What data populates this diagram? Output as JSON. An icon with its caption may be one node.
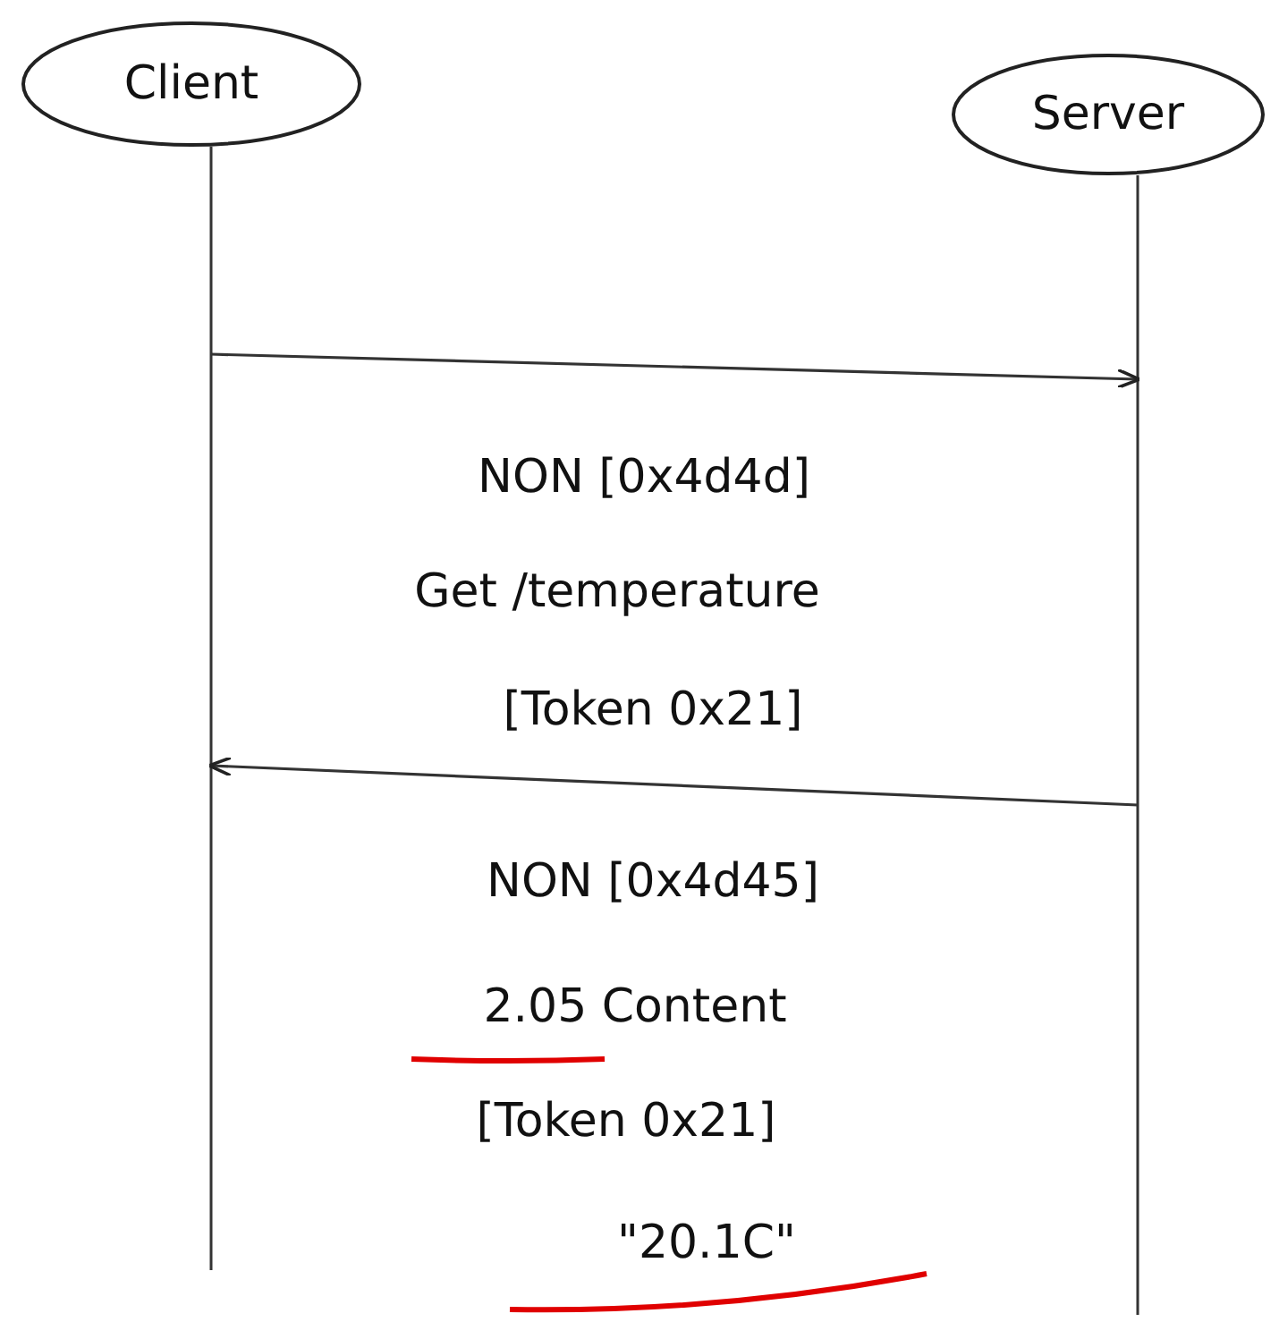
{
  "diagram": {
    "nodes": [
      {
        "text": [
          "Client"
        ]
      },
      {
        "text": [
          "Server"
        ]
      }
    ],
    "edges": [
      {
        "from": 0,
        "to": 1,
        "arrow": "to"
      },
      {
        "from": 1,
        "to": 0,
        "arrow": "to"
      }
    ],
    "labels": [
      "NON [0x4d4d]",
      "Get /temperature",
      "[Token 0x21]",
      "NON [0x4d45]",
      "2.05 Content",
      "[Token 0x21]",
      "\"20.1C\""
    ]
  }
}
